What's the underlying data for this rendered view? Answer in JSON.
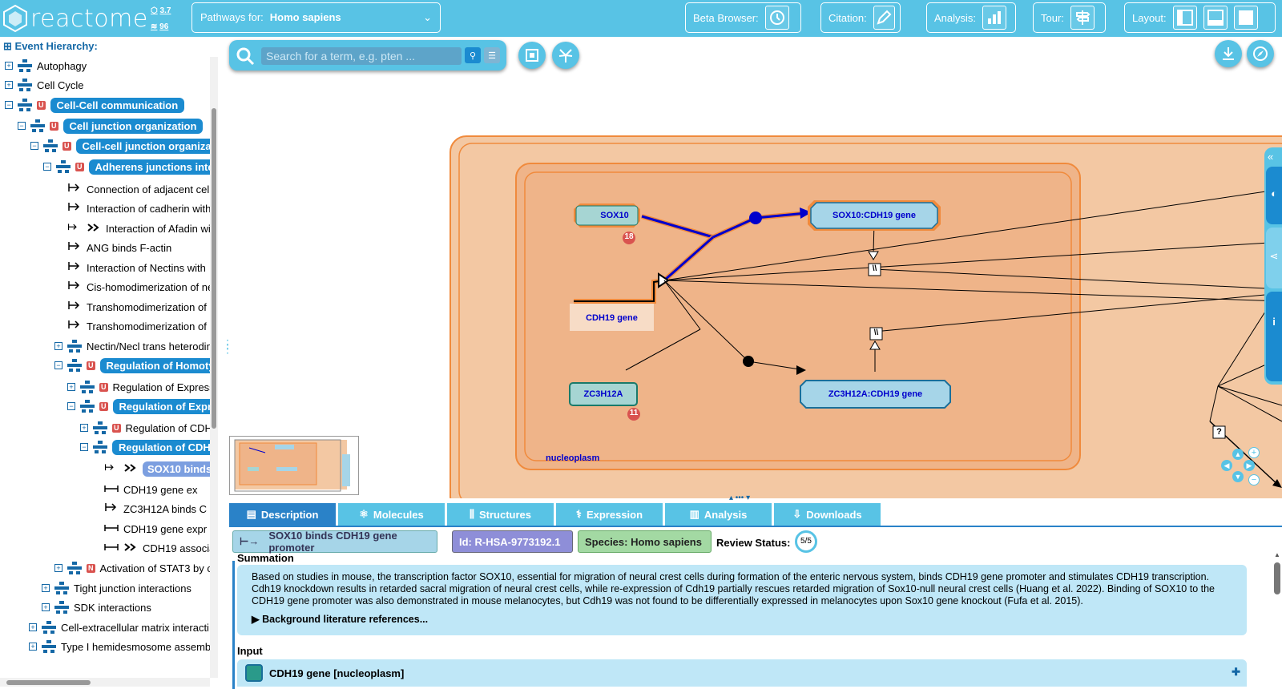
{
  "header": {
    "brand": "reactome",
    "version": "3.7",
    "count": "96",
    "species_label": "Pathways for:",
    "species_value": "Homo sapiens",
    "beta_label": "Beta Browser:",
    "citation_label": "Citation:",
    "analysis_label": "Analysis:",
    "tour_label": "Tour:",
    "layout_label": "Layout:"
  },
  "sidebar": {
    "title": "Event Hierarchy:",
    "items": [
      {
        "label": "Autophagy"
      },
      {
        "label": "Cell Cycle"
      },
      {
        "label": "Cell-Cell communication"
      },
      {
        "label": "Cell junction organization"
      },
      {
        "label": "Cell-cell junction organizat"
      },
      {
        "label": "Adherens junctions inter"
      },
      {
        "label": "Connection of adjacent cel"
      },
      {
        "label": "Interaction of cadherin with"
      },
      {
        "label": "Interaction of Afadin with"
      },
      {
        "label": "ANG binds F-actin"
      },
      {
        "label": "Interaction of Nectins with"
      },
      {
        "label": "Cis-homodimerization of ne"
      },
      {
        "label": "Transhomodimerization of"
      },
      {
        "label": "Transhomodimerization of"
      },
      {
        "label": "Nectin/Necl trans heterodim"
      },
      {
        "label": "Regulation of Homoty"
      },
      {
        "label": "Regulation of Express"
      },
      {
        "label": "Regulation of Expre"
      },
      {
        "label": "Regulation of CDH"
      },
      {
        "label": "Regulation of CDH"
      },
      {
        "label": "SOX10 binds C"
      },
      {
        "label": "CDH19 gene ex"
      },
      {
        "label": "ZC3H12A binds C"
      },
      {
        "label": "CDH19 gene expr"
      },
      {
        "label": "CDH19 associa"
      },
      {
        "label": "Activation of STAT3 by c"
      },
      {
        "label": "Tight junction interactions"
      },
      {
        "label": "SDK interactions"
      },
      {
        "label": "Cell-extracellular matrix interacti"
      },
      {
        "label": "Type I hemidesmosome assemb"
      }
    ],
    "u_badge": "U",
    "n_badge": "N"
  },
  "diagram": {
    "search_placeholder": "Search for a term, e.g. pten ...",
    "nodes": {
      "sox10": "SOX10",
      "sox10_badge": "18",
      "complex1": "SOX10:CDH19 gene",
      "cdh19": "CDH19 gene",
      "zc3h12a": "ZC3H12A",
      "zc_badge": "11",
      "complex2": "ZC3H12A:CDH19 gene",
      "compartment": "nucleoplasm",
      "uncertain": "?",
      "inhibit": "\\\\"
    }
  },
  "details": {
    "tabs": [
      {
        "label": "Description"
      },
      {
        "label": "Molecules"
      },
      {
        "label": "Structures"
      },
      {
        "label": "Expression"
      },
      {
        "label": "Analysis"
      },
      {
        "label": "Downloads"
      }
    ],
    "event_name": "SOX10 binds CDH19 gene promoter",
    "id": "Id: R-HSA-9773192.1",
    "species": "Species: Homo sapiens",
    "review_label": "Review Status:",
    "review_value": "5/5",
    "summation_title": "Summation",
    "summation_text": "Based on studies in mouse, the transcription factor SOX10, essential for migration of neural crest cells during formation of the enteric nervous system, binds CDH19 gene promoter and stimulates CDH19 transcription. Cdh19 knockdown results in retarded sacral migration of neural crest cells, while re-expression of Cdh19 partially rescues retarded migration of Sox10-null neural crest cells (Huang et al. 2022). Binding of SOX10 to the CDH19 gene promoter was also demonstrated in mouse melanocytes, but Cdh19 was not found to be differentially expressed in melanocytes upon Sox10 gene knockout (Fufa et al. 2015).",
    "lit_label": "Background literature references...",
    "input_title": "Input",
    "input_item": "CDH19 gene [nucleoplasm]"
  },
  "colors": {
    "accent": "#58c3e5",
    "selected": "#1b8bd0",
    "tab_active": "#2a82c8",
    "compartment_outer": "#f2c7a1",
    "compartment_inner": "#efb489"
  }
}
